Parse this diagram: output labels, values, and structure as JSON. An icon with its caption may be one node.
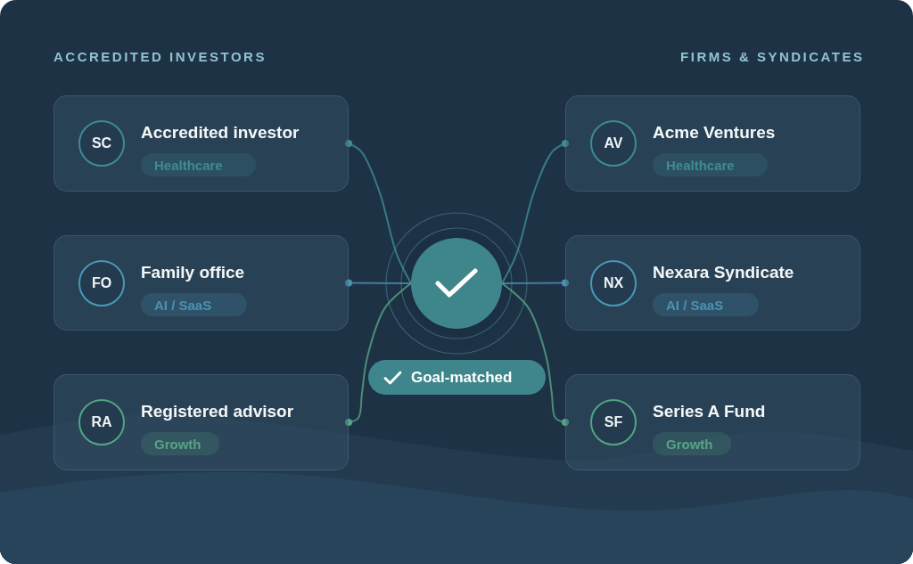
{
  "diagram": {
    "nodes": [
      {
        "text": [
          "Accredited investor"
        ]
      },
      {
        "text": [
          "SC"
        ],
        "in": 0
      },
      {
        "text": [
          "Healthcare"
        ],
        "in": 0
      },
      {
        "text": [
          "Acme Ventures"
        ]
      },
      {
        "text": [
          "AV"
        ],
        "in": 3
      },
      {
        "text": [
          "Healthcare"
        ],
        "in": 3
      },
      {
        "text": [
          "Family office"
        ]
      },
      {
        "text": [
          "FO"
        ],
        "in": 6
      },
      {
        "text": [
          "AI / SaaS"
        ],
        "in": 6
      },
      {
        "text": [],
        "shape": "circle"
      },
      {
        "text": [
          "Nexara Syndicate"
        ]
      },
      {
        "text": [
          "NX"
        ],
        "in": 10
      },
      {
        "text": [
          "AI / SaaS"
        ],
        "in": 10
      },
      {
        "text": [
          "Goal-matched"
        ]
      },
      {
        "text": [
          "Registered advisor"
        ]
      },
      {
        "text": [
          "RA"
        ],
        "in": 14
      },
      {
        "text": [
          "Growth"
        ],
        "in": 14
      },
      {
        "text": [
          "Series A Fund"
        ]
      },
      {
        "text": [
          "SF"
        ],
        "in": 17
      },
      {
        "text": [
          "Growth"
        ],
        "in": 17
      }
    ],
    "edges": [
      {
        "from": 0,
        "to": 9,
        "arrow": "other",
        "color": "#3d8c94"
      },
      {
        "from": 3,
        "to": 9,
        "arrow": "other",
        "color": "#3d8c94"
      },
      {
        "from": 6,
        "to": 9,
        "arrow": "other",
        "color": "#4a93b5"
      },
      {
        "from": 10,
        "to": 9,
        "arrow": "other",
        "color": "#4a93b5"
      },
      {
        "from": 14,
        "to": 9,
        "arrow": "other",
        "color": "#55a585"
      },
      {
        "from": 17,
        "to": 9,
        "arrow": "other",
        "color": "#55a585"
      }
    ],
    "labels": [
      "ACCREDITED INVESTORS",
      "FIRMS & SYNDICATES"
    ]
  }
}
